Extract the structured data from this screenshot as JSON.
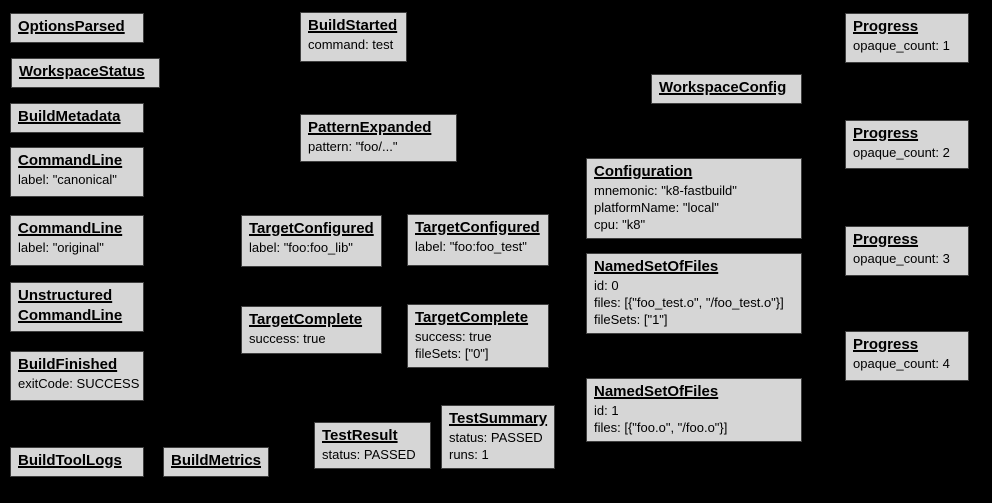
{
  "colors": {
    "background": "#000000",
    "box_fill": "#d6d6d6",
    "box_border": "#3f3f3f",
    "text": "#000000"
  },
  "diagram": {
    "description": "Build event protocol boxes on black background",
    "boxes": [
      {
        "title": "OptionsParsed",
        "lines": []
      },
      {
        "title": "WorkspaceStatus",
        "lines": []
      },
      {
        "title": "BuildMetadata",
        "lines": []
      },
      {
        "title": "CommandLine",
        "lines": [
          "label: \"canonical\""
        ]
      },
      {
        "title": "CommandLine",
        "lines": [
          "label: \"original\""
        ]
      },
      {
        "title": "Unstructured CommandLine",
        "lines": []
      },
      {
        "title": "BuildFinished",
        "lines": [
          "exitCode: SUCCESS"
        ]
      },
      {
        "title": "BuildToolLogs",
        "lines": []
      },
      {
        "title": "BuildMetrics",
        "lines": []
      },
      {
        "title": "BuildStarted",
        "lines": [
          "command: test"
        ]
      },
      {
        "title": "PatternExpanded",
        "lines": [
          "pattern: \"foo/...\""
        ]
      },
      {
        "title": "TargetConfigured",
        "lines": [
          "label: \"foo:foo_lib\""
        ]
      },
      {
        "title": "TargetComplete",
        "lines": [
          "success: true"
        ]
      },
      {
        "title": "TestResult",
        "lines": [
          "status: PASSED"
        ]
      },
      {
        "title": "TargetConfigured",
        "lines": [
          "label: \"foo:foo_test\""
        ]
      },
      {
        "title": "TargetComplete",
        "lines": [
          "success: true",
          "fileSets: [\"0\"]"
        ]
      },
      {
        "title": "TestSummary",
        "lines": [
          "status: PASSED",
          "runs: 1"
        ]
      },
      {
        "title": "WorkspaceConfig",
        "lines": []
      },
      {
        "title": "Configuration",
        "lines": [
          "mnemonic: \"k8-fastbuild\"",
          "platformName: \"local\"",
          "cpu: \"k8\""
        ]
      },
      {
        "title": "NamedSetOfFiles",
        "lines": [
          "id: 0",
          "files: [{\"foo_test.o\", \"/foo_test.o\"}]",
          "fileSets: [\"1\"]"
        ]
      },
      {
        "title": "NamedSetOfFiles",
        "lines": [
          "id: 1",
          "files: [{\"foo.o\", \"/foo.o\"}]"
        ]
      },
      {
        "title": "Progress",
        "lines": [
          "opaque_count: 1"
        ]
      },
      {
        "title": "Progress",
        "lines": [
          "opaque_count: 2"
        ]
      },
      {
        "title": "Progress",
        "lines": [
          "opaque_count: 3"
        ]
      },
      {
        "title": "Progress",
        "lines": [
          "opaque_count: 4"
        ]
      }
    ]
  }
}
